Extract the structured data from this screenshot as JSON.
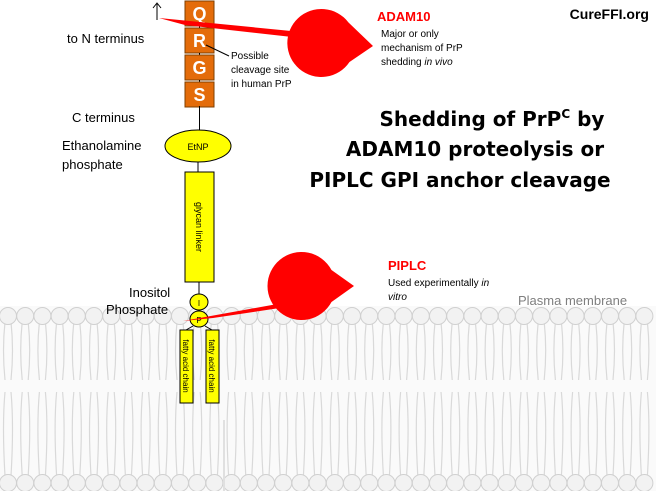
{
  "watermark": "CureFFI.org",
  "peptide": {
    "residues": [
      {
        "letter": "Q"
      },
      {
        "letter": "R"
      },
      {
        "letter": "G"
      },
      {
        "letter": "S"
      }
    ],
    "n_terminus_label": "to N terminus",
    "c_terminus_label": "C terminus",
    "cleavage_site_note": [
      "Possible",
      "cleavage site",
      "in human PrP"
    ]
  },
  "gpi_anchor": {
    "etnp_label": "Ethanolamine",
    "etnp_label_2": "phosphate",
    "etnp_abbrev": "EtNP",
    "glycan_linker": "glycan linker",
    "inositol_label": "Inositol",
    "phosphate_label": "Phosphate",
    "inositol_abbrev": "I",
    "phosphate_abbrev": "P",
    "fatty_acid_chain": "fatty acid chain"
  },
  "title_lines": [
    {
      "text": "Shedding of PrP",
      "sup": "C",
      "tail": " by"
    },
    {
      "text": "ADAM10 proteolysis or",
      "sup": "",
      "tail": ""
    },
    {
      "text": "PIPLC GPI anchor cleavage",
      "sup": "",
      "tail": ""
    }
  ],
  "adam10": {
    "name": "ADAM10",
    "note": [
      "Major or only",
      "mechanism of PrP",
      "shedding "
    ],
    "note_italic": "in vivo"
  },
  "piplc": {
    "name": "PIPLC",
    "note": [
      "Used experimentally "
    ],
    "note_italic": [
      "in",
      "vitro"
    ]
  },
  "membrane_label": "Plasma membrane",
  "colors": {
    "residue_fill": "#e46c0a",
    "residue_text": "#ffffff",
    "anchor_fill": "#ffff00",
    "enzyme_red": "#ff0000",
    "membrane_line": "#d9d9d9",
    "membrane_head": "#f2f2f2"
  }
}
